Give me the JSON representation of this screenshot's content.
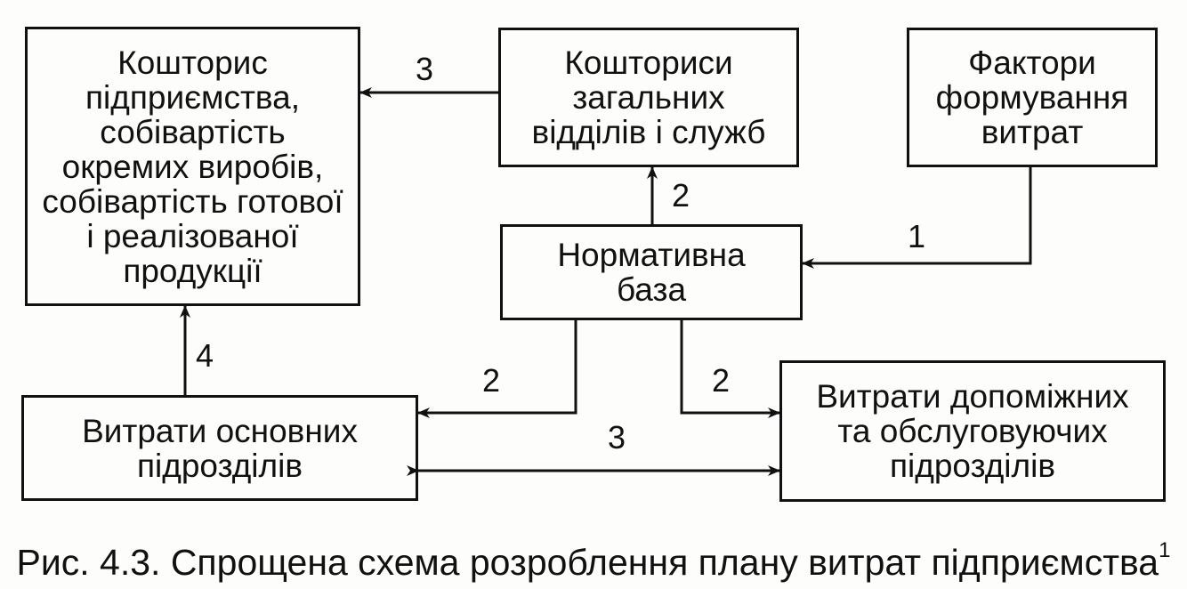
{
  "diagram": {
    "nodes": {
      "enterprise_budget": "Кошторис\nпідприємства,\nсобівартість\nокремих виробів,\nсобівартість готової\nі реалізованої\nпродукції",
      "general_budgets": "Кошториси\nзагальних\nвідділів і служб",
      "cost_factors": "Фактори\nформування\nвитрат",
      "normative_base": "Нормативна\nбаза",
      "main_costs": "Витрати основних\nпідрозділів",
      "aux_costs": "Витрати допоміжних\nта обслуговуючих\nпідрозділів"
    },
    "edges": {
      "general_to_enterprise": "3",
      "normative_to_general": "2",
      "factors_to_normative": "1",
      "main_to_enterprise": "4",
      "normative_to_main": "2",
      "normative_to_aux": "2",
      "main_aux_bidirectional": "3"
    }
  },
  "caption": {
    "text": "Рис. 4.3. Спрощена схема розроблення плану витрат підприємства",
    "footnote": "1"
  }
}
